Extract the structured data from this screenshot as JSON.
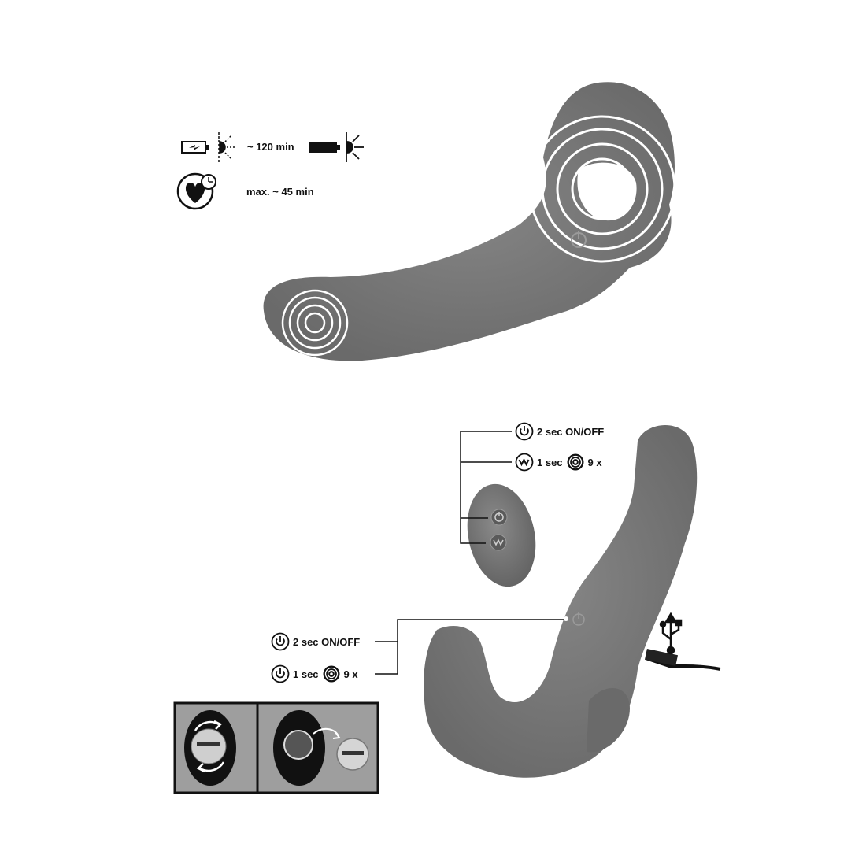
{
  "info": {
    "charge_time": "~ 120 min",
    "max_use": "max. ~ 45  min"
  },
  "remote_callouts": {
    "power_label": "2 sec ON/OFF",
    "mode_time": "1 sec",
    "mode_count": "9 x"
  },
  "device_callouts": {
    "power_label": "2 sec ON/OFF",
    "mode_time": "1 sec",
    "mode_count": "9 x"
  },
  "icons": [
    "battery-charging-icon",
    "led-blinking-icon",
    "battery-full-icon",
    "led-on-icon",
    "heart-clock-icon",
    "power-icon",
    "wave-mode-icon",
    "vibration-rings-icon",
    "usb-icon"
  ],
  "colors": {
    "product": "#757575",
    "line": "#111111",
    "panel": "#9e9e9e"
  }
}
